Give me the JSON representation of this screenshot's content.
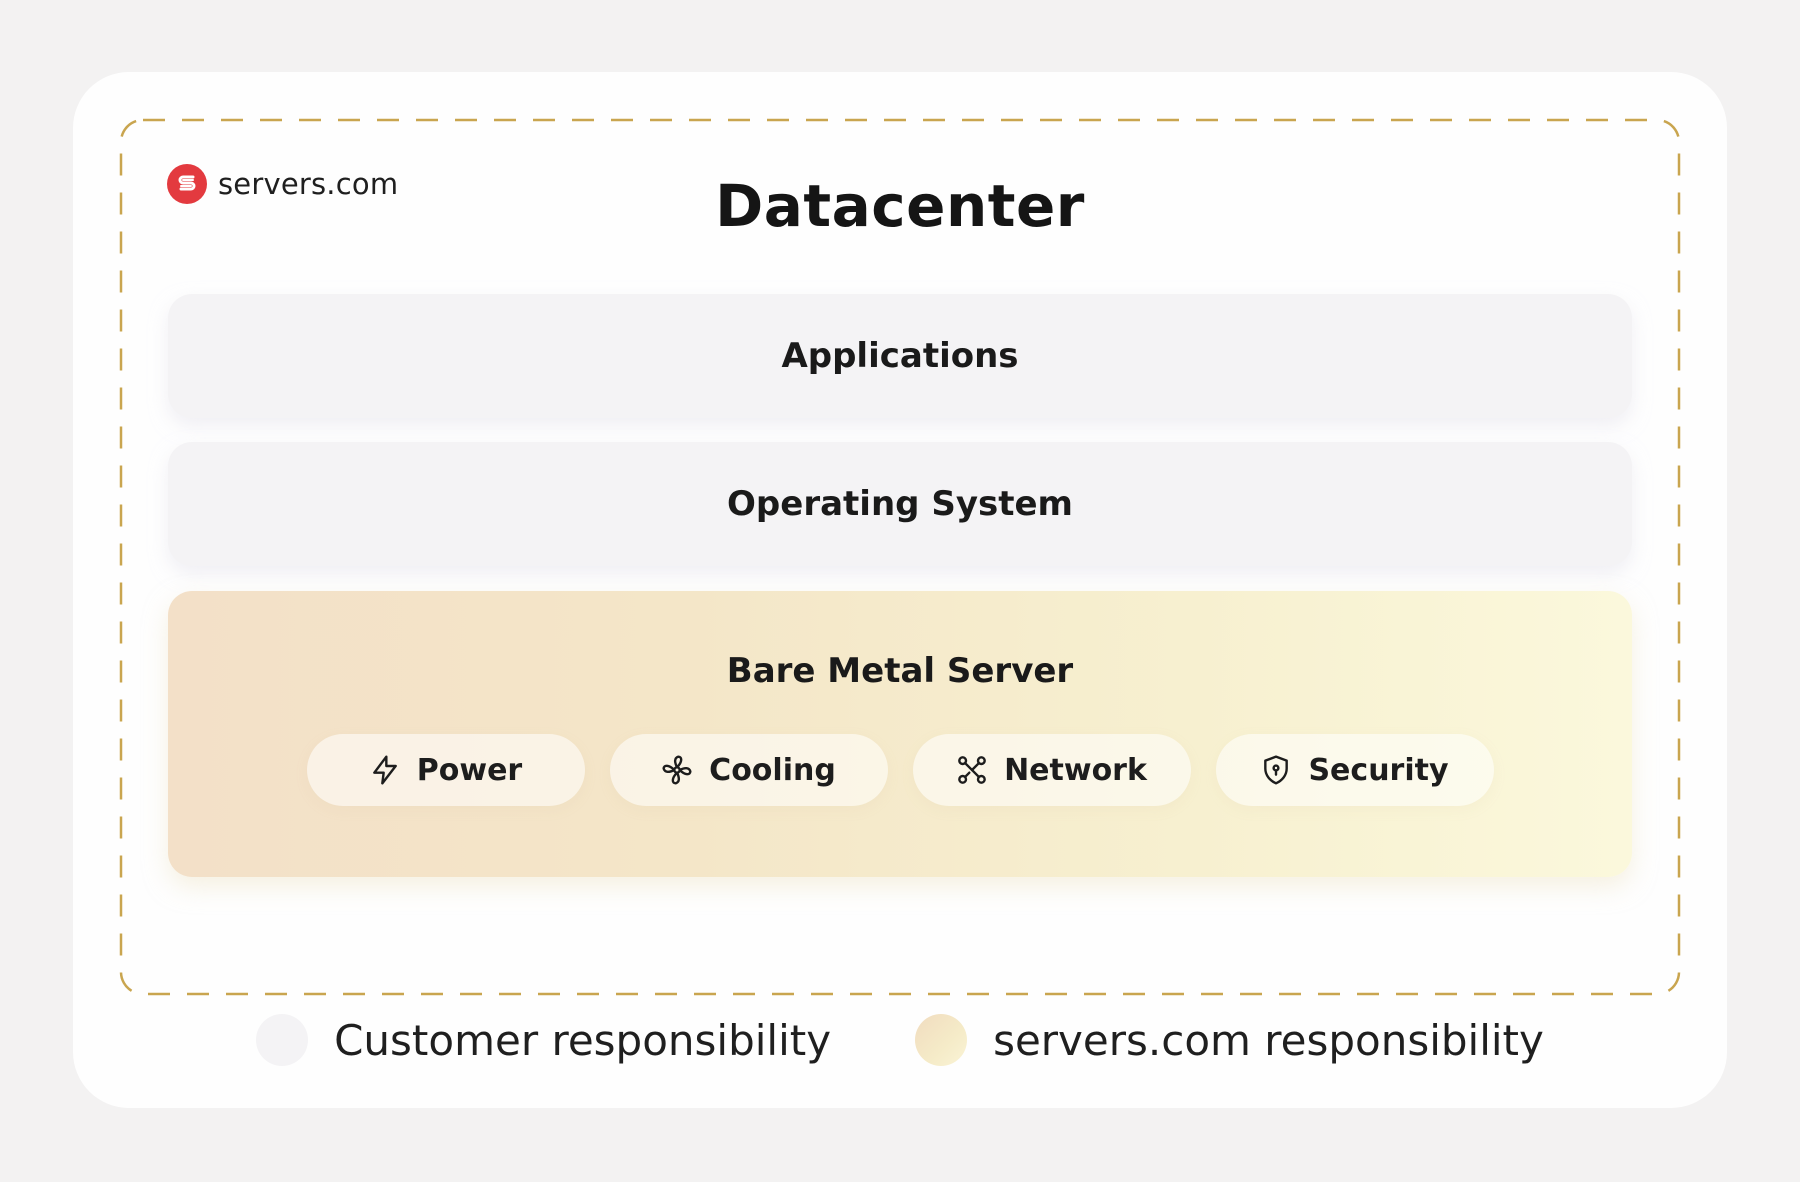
{
  "brand": {
    "name": "servers.com",
    "logo_icon": "servers-logo-icon",
    "logo_color": "#e33a3f"
  },
  "diagram": {
    "title": "Datacenter",
    "boundary_color": "#c9a54f",
    "layers": {
      "applications": "Applications",
      "operating_system": "Operating System",
      "bare_metal_server": "Bare Metal Server"
    },
    "components": [
      {
        "label": "Power",
        "icon": "lightning-icon"
      },
      {
        "label": "Cooling",
        "icon": "fan-icon"
      },
      {
        "label": "Network",
        "icon": "network-icon"
      },
      {
        "label": "Security",
        "icon": "shield-icon"
      }
    ]
  },
  "legend": {
    "customer": "Customer responsibility",
    "provider": "servers.com responsibility"
  }
}
